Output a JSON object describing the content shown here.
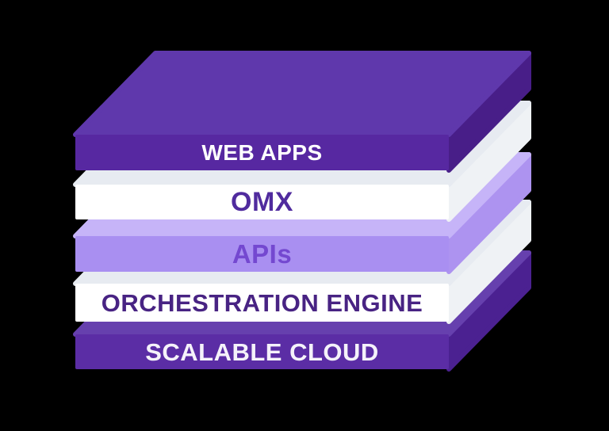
{
  "background_color": "#000000",
  "diagram": {
    "type": "layered-stack-3d",
    "layers": [
      {
        "label": "WEB APPS",
        "front_color": "#5728A1",
        "top_color": "#5F38AC",
        "side_color": "#481E88",
        "text_color": "#FFFFFF"
      },
      {
        "label": "OMX",
        "front_color": "#FFFFFF",
        "top_color": "#E7EBF1",
        "side_color": "#EFF2F5",
        "text_color": "#502B9E"
      },
      {
        "label": "APIs",
        "front_color": "#A98FF1",
        "top_color": "#C6B4F8",
        "side_color": "#AD93F0",
        "text_color": "#7448D0"
      },
      {
        "label": "ORCHESTRATION ENGINE",
        "front_color": "#FFFFFF",
        "top_color": "#E7EBF1",
        "side_color": "#EFF2F5",
        "text_color": "#482383"
      },
      {
        "label": "SCALABLE CLOUD",
        "front_color": "#5B2DA5",
        "top_color": "#6640AE",
        "side_color": "#4B2191",
        "text_color": "#F5F2FA"
      }
    ]
  }
}
